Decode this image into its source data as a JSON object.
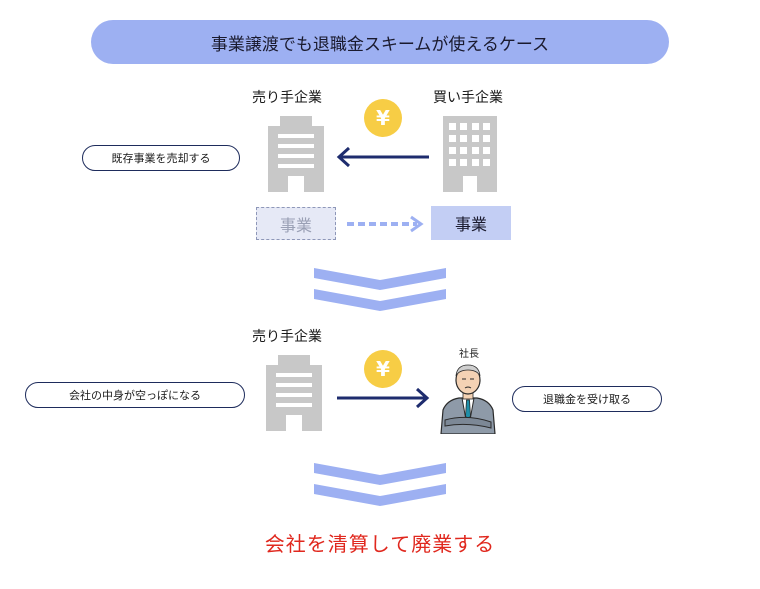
{
  "title": "事業譲渡でも退職金スキームが使えるケース",
  "step1": {
    "seller_label": "売り手企業",
    "buyer_label": "買い手企業",
    "note": "既存事業を売却する",
    "business_old": "事業",
    "business_new": "事業",
    "currency_symbol": "¥"
  },
  "step2": {
    "seller_label": "売り手企業",
    "note": "会社の中身が空っぽになる",
    "ceo_label": "社長",
    "ceo_note": "退職金を受け取る",
    "currency_symbol": "¥"
  },
  "result": "会社を清算して廃業する",
  "colors": {
    "title_bg": "#9db0f2",
    "building": "#c8c8c8",
    "arrow_navy": "#1e2c6e",
    "arrow_light": "#9db0f2",
    "coin": "#f7cd45",
    "result_red": "#e0281e"
  }
}
